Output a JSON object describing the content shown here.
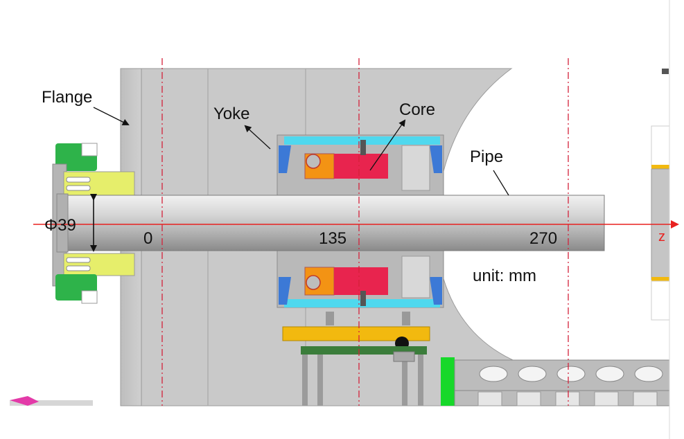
{
  "labels": {
    "flange": "Flange",
    "yoke": "Yoke",
    "core": "Core",
    "pipe": "Pipe",
    "diameter": "Φ39",
    "unit": "unit: mm",
    "z_axis": "z"
  },
  "positions": {
    "p0": "0",
    "p135": "135",
    "p270": "270"
  },
  "colors": {
    "background_body": "#c9c9c9",
    "pipe_light": "#e4e4e4",
    "pipe_dark": "#8f8f8f",
    "axis_red": "#e8211f",
    "dash_red": "#d4213a",
    "core": "#e8244e",
    "coil": "#f39314",
    "cyan": "#4fd8ee",
    "blue": "#3c79d6",
    "yellow_green": "#e6ee6b",
    "green": "#2eb34a",
    "bright_green": "#17d82a",
    "amber": "#f2b90f",
    "dark_green": "#3b7d3b"
  }
}
